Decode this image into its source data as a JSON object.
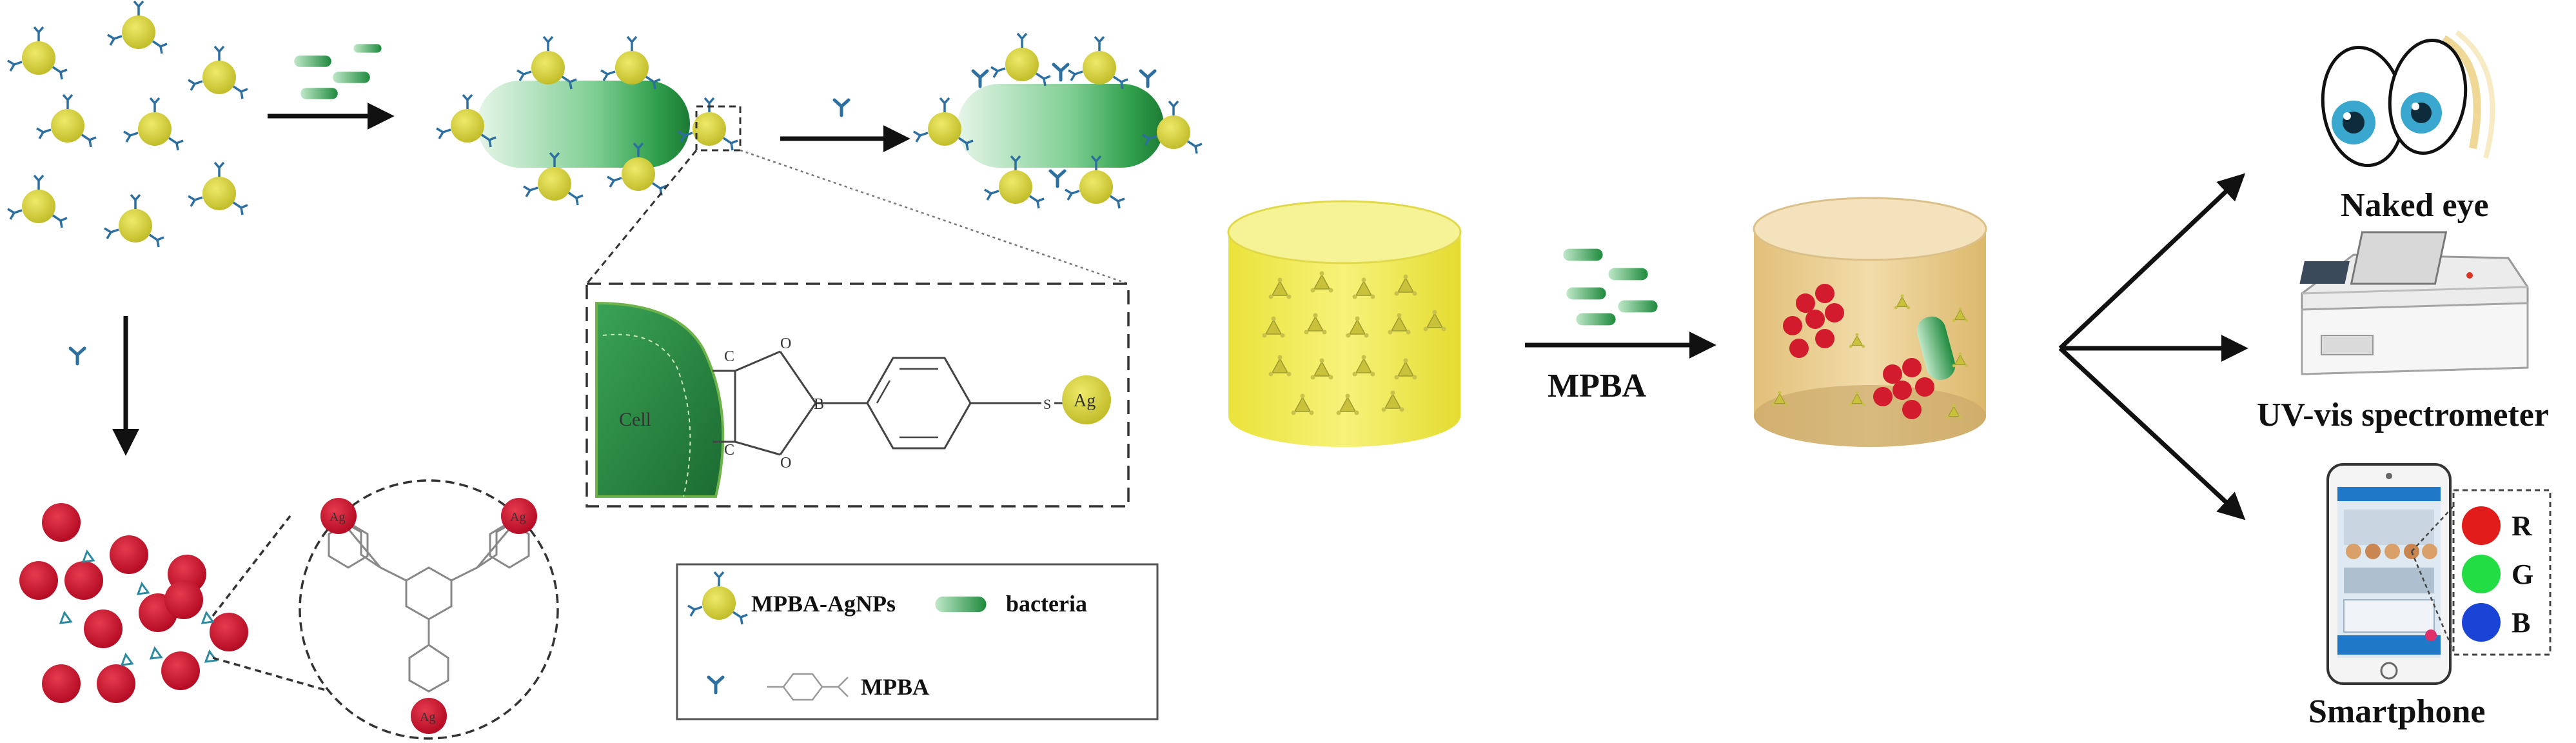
{
  "labels": {
    "naked_eye": "Naked eye",
    "uv_vis": "UV-vis spectrometer",
    "smartphone": "Smartphone",
    "mpba_arrow": "MPBA",
    "cell": "Cell",
    "ag": "Ag"
  },
  "legend": {
    "mpba_agnps": "MPBA-AgNPs",
    "bacteria": "bacteria",
    "mpba": "MPBA"
  },
  "chem": {
    "c1": "C",
    "c2": "C",
    "o1": "O",
    "o2": "O",
    "b": "B",
    "s": "S"
  },
  "rgb": {
    "r": "R",
    "g": "G",
    "b": "B"
  },
  "colors": {
    "agnp_yellow": "#d4d13a",
    "aggregate_red": "#c8102e",
    "bacteria_green": "#2e9e4a",
    "antenna_blue": "#2c6fa0",
    "beaker_yellow": "#f3ef4a",
    "beaker_tan": "#e8c98a",
    "rgb_red": "#e21b1b",
    "rgb_green": "#22dd44",
    "rgb_blue": "#1a44d6"
  },
  "icons": [
    "eye-icon",
    "spectrometer-icon",
    "smartphone-icon"
  ]
}
